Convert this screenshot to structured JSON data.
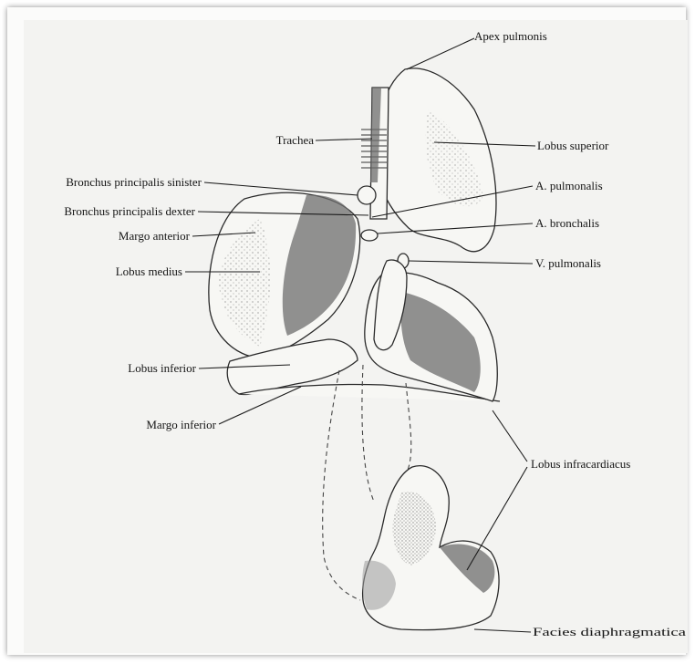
{
  "labels": {
    "apex_pulmonis": "Apex pulmonis",
    "trachea": "Trachea",
    "lobus_superior": "Lobus superior",
    "bronchus_sinister": "Bronchus principalis sinister",
    "a_pulmonalis": "A. pulmonalis",
    "bronchus_dexter": "Bronchus principalis dexter",
    "a_bronchalis": "A. bronchalis",
    "margo_anterior": "Margo anterior",
    "v_pulmonalis": "V. pulmonalis",
    "lobus_medius": "Lobus medius",
    "lobus_inferior": "Lobus inferior",
    "margo_inferior": "Margo inferior",
    "lobus_infracardiacus": "Lobus infracardiacus",
    "facies_diaphragmatica": "Facies diaphragmatica"
  }
}
